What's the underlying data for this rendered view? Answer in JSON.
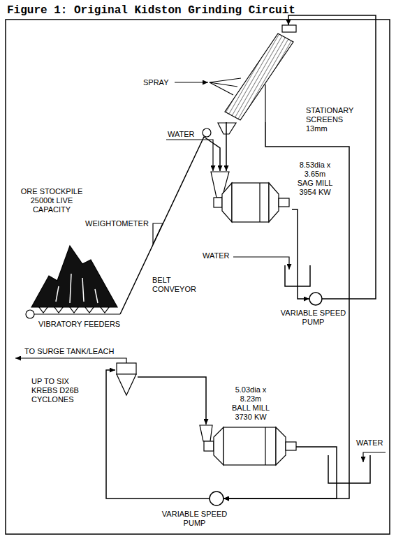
{
  "diagram": {
    "title": "Figure 1: Original Kidston Grinding Circuit",
    "nodes": [
      {
        "text": [
          "STATIONARY SCREENS 13mm"
        ]
      },
      {
        "text": [
          "8.53dia x 3.65m SAG MILL 3954 KW"
        ]
      },
      {
        "text": [
          "ORE STOCKPILE 25000t LIVE CAPACITY"
        ]
      },
      {
        "text": [
          "VARIABLE SPEED PUMP"
        ]
      },
      {
        "text": [
          "UP TO SIX KREBS D26B CYCLONES"
        ]
      },
      {
        "text": [
          "5.03dia x 8.23m BALL MILL 3730 KW"
        ]
      },
      {
        "text": [
          "VARIABLE SPEED PUMP"
        ]
      }
    ],
    "edges": [
      {
        "from": 2,
        "to": 1,
        "arrow": "to"
      },
      {
        "from": 0,
        "to": 1,
        "arrow": "to"
      },
      {
        "from": 1,
        "to": 3,
        "arrow": "to"
      },
      {
        "from": 3,
        "to": 0,
        "arrow": "to"
      },
      {
        "from": 0,
        "to": 6,
        "arrow": "to"
      },
      {
        "from": 5,
        "to": 6,
        "arrow": "to"
      },
      {
        "from": 6,
        "to": 4,
        "arrow": "to"
      },
      {
        "from": 4,
        "to": 5,
        "arrow": "to"
      }
    ],
    "labels": [
      "SPRAY",
      "WATER",
      "WEIGHTOMETER",
      "WATER",
      "BELT CONVEYOR",
      "VIBRATORY FEEDERS",
      "TO SURGE TANK/LEACH",
      "WATER"
    ]
  }
}
